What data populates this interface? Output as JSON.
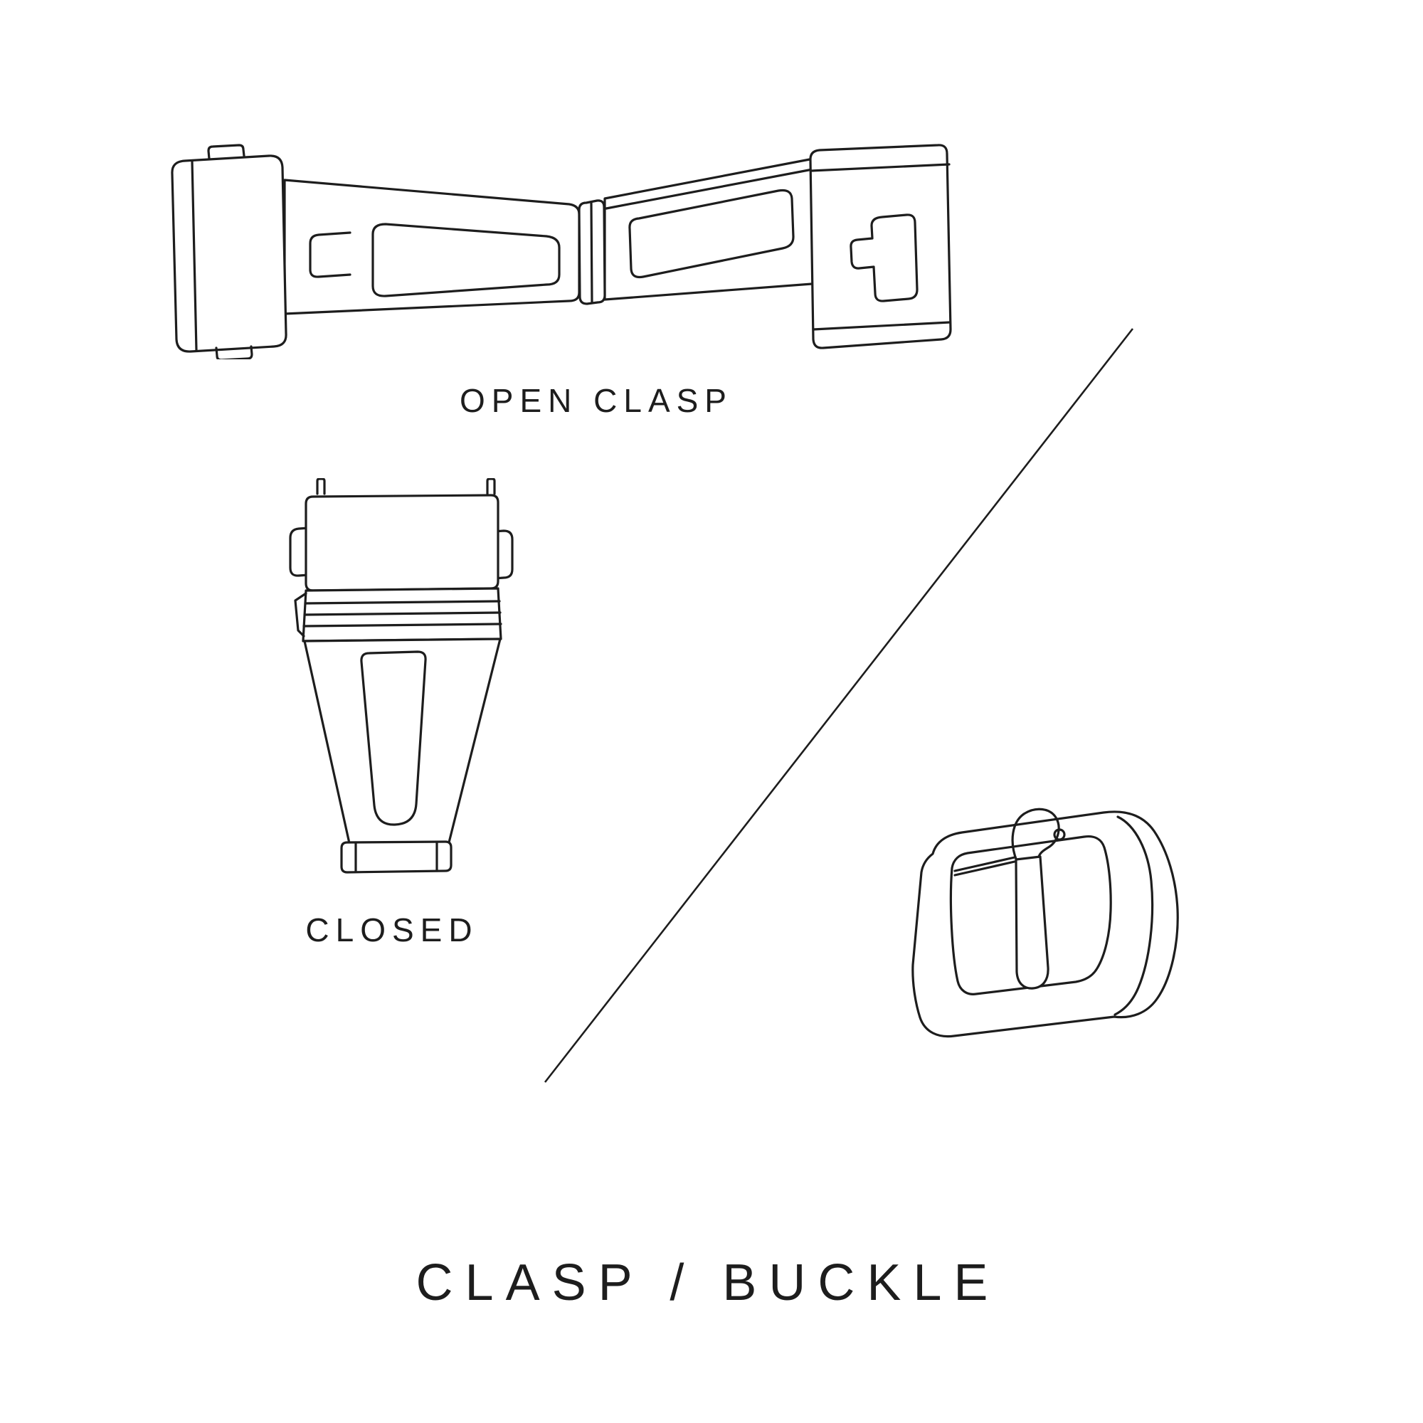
{
  "diagram": {
    "title": "CLASP / BUCKLE",
    "labels": {
      "open_clasp": "OPEN CLASP",
      "closed": "CLOSED"
    },
    "icons": [
      "open-clasp-illustration",
      "closed-clasp-illustration",
      "buckle-illustration",
      "divider-line"
    ],
    "colors": {
      "line": "#1d1d1d",
      "text": "#1d1d1d",
      "background": "#ffffff"
    }
  }
}
